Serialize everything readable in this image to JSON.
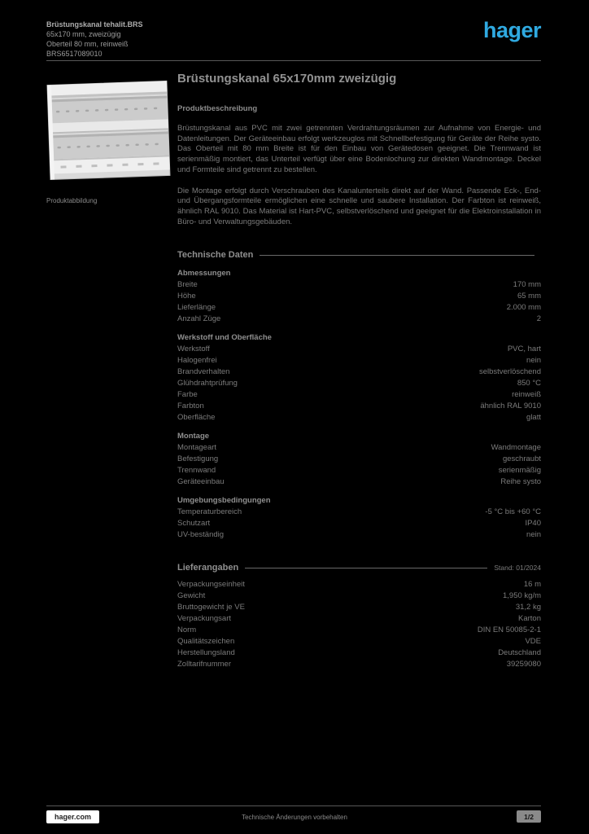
{
  "header": {
    "lines": [
      {
        "text": "Brüstungskanal tehalit.BRS",
        "bold": true
      },
      {
        "text": "65x170 mm, zweizügig"
      },
      {
        "text": "Oberteil 80 mm, reinweiß"
      },
      {
        "text": "BRS6517089010"
      }
    ],
    "logo_text": "hager"
  },
  "product": {
    "caption": "Produktabbildung"
  },
  "main": {
    "title": "Brüstungskanal 65x170mm zweizügig",
    "subtitle": "Produktbeschreibung",
    "paragraphs": [
      "Brüstungskanal aus PVC mit zwei getrennten Verdrahtungsräumen zur Aufnahme von Energie- und Datenleitungen. Der Geräteeinbau erfolgt werkzeuglos mit Schnellbefestigung für Geräte der Reihe systo. Das Oberteil mit 80 mm Breite ist für den Einbau von Gerätedosen geeignet. Die Trennwand ist serienmäßig montiert, das Unterteil verfügt über eine Bodenlochung zur direkten Wandmontage. Deckel und Formteile sind getrennt zu bestellen.",
      "Die Montage erfolgt durch Verschrauben des Kanalunterteils direkt auf der Wand. Passende Eck-, End- und Übergangsformteile ermöglichen eine schnelle und saubere Installation. Der Farbton ist reinweiß, ähnlich RAL 9010. Das Material ist Hart-PVC, selbstverlöschend und geeignet für die Elektroinstallation in Büro- und Verwaltungsgebäuden."
    ]
  },
  "sections": [
    {
      "title": "Technische Daten",
      "title_right": "",
      "items": [
        {
          "kind": "grp",
          "label": "Abmessungen",
          "value": ""
        },
        {
          "kind": "row",
          "label": "Breite",
          "value": "170 mm"
        },
        {
          "kind": "row",
          "label": "Höhe",
          "value": "65 mm"
        },
        {
          "kind": "row",
          "label": "Lieferlänge",
          "value": "2.000 mm"
        },
        {
          "kind": "row",
          "label": "Anzahl Züge",
          "value": "2"
        },
        {
          "kind": "grp",
          "label": "Werkstoff und Oberfläche",
          "value": ""
        },
        {
          "kind": "row",
          "label": "Werkstoff",
          "value": "PVC, hart"
        },
        {
          "kind": "row",
          "label": "Halogenfrei",
          "value": "nein"
        },
        {
          "kind": "row",
          "label": "Brandverhalten",
          "value": "selbstverlöschend"
        },
        {
          "kind": "row",
          "label": "Glühdrahtprüfung",
          "value": "850 °C"
        },
        {
          "kind": "row",
          "label": "Farbe",
          "value": "reinweiß"
        },
        {
          "kind": "row",
          "label": "Farbton",
          "value": "ähnlich RAL 9010"
        },
        {
          "kind": "row",
          "label": "Oberfläche",
          "value": "glatt"
        },
        {
          "kind": "grp",
          "label": "Montage",
          "value": ""
        },
        {
          "kind": "row",
          "label": "Montageart",
          "value": "Wandmontage"
        },
        {
          "kind": "row",
          "label": "Befestigung",
          "value": "geschraubt"
        },
        {
          "kind": "row",
          "label": "Trennwand",
          "value": "serienmäßig"
        },
        {
          "kind": "row",
          "label": "Geräteeinbau",
          "value": "Reihe systo"
        },
        {
          "kind": "grp",
          "label": "Umgebungsbedingungen",
          "value": ""
        },
        {
          "kind": "row",
          "label": "Temperaturbereich",
          "value": "-5 °C bis +60 °C"
        },
        {
          "kind": "row",
          "label": "Schutzart",
          "value": "IP40"
        },
        {
          "kind": "row",
          "label": "UV-beständig",
          "value": "nein"
        }
      ]
    },
    {
      "title": "Lieferangaben",
      "title_right": "Stand: 01/2024",
      "items": [
        {
          "kind": "row",
          "label": "Verpackungseinheit",
          "value": "16 m"
        },
        {
          "kind": "row",
          "label": "Gewicht",
          "value": "1,950 kg/m"
        },
        {
          "kind": "row",
          "label": "Bruttogewicht je VE",
          "value": "31,2 kg"
        },
        {
          "kind": "row",
          "label": "Verpackungsart",
          "value": "Karton"
        },
        {
          "kind": "row",
          "label": "Norm",
          "value": "DIN EN 50085-2-1"
        },
        {
          "kind": "row",
          "label": "Qualitätszeichen",
          "value": "VDE"
        },
        {
          "kind": "row",
          "label": "Herstellungsland",
          "value": "Deutschland"
        },
        {
          "kind": "row",
          "label": "Zolltarifnummer",
          "value": "39259080"
        }
      ]
    }
  ],
  "footer": {
    "url": "hager.com",
    "center": "Technische Änderungen vorbehalten",
    "page_badge": "1/2"
  }
}
